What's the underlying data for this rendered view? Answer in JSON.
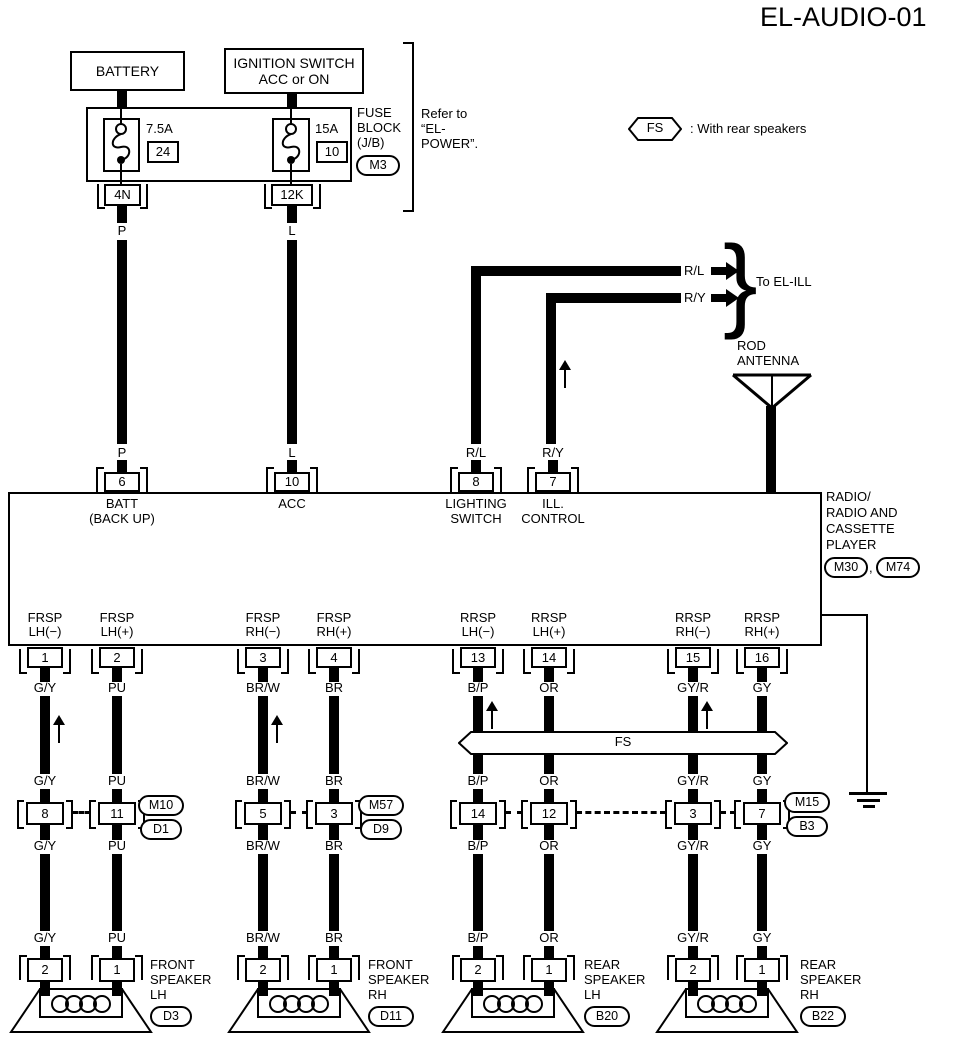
{
  "title": "EL-AUDIO-01",
  "legend": {
    "symbol": "FS",
    "label": ": With rear speakers"
  },
  "battery": {
    "label": "BATTERY"
  },
  "ignition": {
    "line1": "IGNITION SWITCH",
    "line2": "ACC or ON"
  },
  "fuse_block": {
    "line1": "FUSE",
    "line2": "BLOCK",
    "line3": "(J/B)",
    "connector": "M3",
    "fuses": [
      {
        "rating": "7.5A",
        "number": "24",
        "connector": "4N",
        "wire": "P"
      },
      {
        "rating": "15A",
        "number": "10",
        "connector": "12K",
        "wire": "L"
      }
    ],
    "note": {
      "line1": "Refer to",
      "line2": "“EL-",
      "line3": "POWER”."
    }
  },
  "el_ill": {
    "wire_top": "R/L",
    "wire_bottom": "R/Y",
    "brace": "}",
    "label": "To EL-ILL"
  },
  "antenna": {
    "line1": "ROD",
    "line2": "ANTENNA"
  },
  "radio": {
    "top_pins": [
      {
        "pin": "6",
        "wire": "P",
        "line1": "BATT",
        "line2": "(BACK UP)"
      },
      {
        "pin": "10",
        "wire": "L",
        "line1": "ACC",
        "line2": ""
      },
      {
        "pin": "8",
        "wire": "R/L",
        "line1": "LIGHTING",
        "line2": "SWITCH"
      },
      {
        "pin": "7",
        "wire": "R/Y",
        "line1": "ILL.",
        "line2": "CONTROL"
      }
    ],
    "name": {
      "line1": "RADIO/",
      "line2": "RADIO AND",
      "line3": "CASSETTE",
      "line4": "PLAYER"
    },
    "connector1": "M30",
    "separator": ",",
    "connector2": "M74"
  },
  "fs_banner": "FS",
  "columns": [
    {
      "pin": "1",
      "label1": "FRSP",
      "label2": "LH(−)",
      "color": "G/Y",
      "mid_pin": "8",
      "spk_pin": "2"
    },
    {
      "pin": "2",
      "label1": "FRSP",
      "label2": "LH(+)",
      "color": "PU",
      "mid_pin": "11",
      "spk_pin": "1"
    },
    {
      "pin": "3",
      "label1": "FRSP",
      "label2": "RH(−)",
      "color": "BR/W",
      "mid_pin": "5",
      "spk_pin": "2"
    },
    {
      "pin": "4",
      "label1": "FRSP",
      "label2": "RH(+)",
      "color": "BR",
      "mid_pin": "3",
      "spk_pin": "1"
    },
    {
      "pin": "13",
      "label1": "RRSP",
      "label2": "LH(−)",
      "color": "B/P",
      "mid_pin": "14",
      "spk_pin": "2"
    },
    {
      "pin": "14",
      "label1": "RRSP",
      "label2": "LH(+)",
      "color": "OR",
      "mid_pin": "12",
      "spk_pin": "1"
    },
    {
      "pin": "15",
      "label1": "RRSP",
      "label2": "RH(−)",
      "color": "GY/R",
      "mid_pin": "3",
      "spk_pin": "2"
    },
    {
      "pin": "16",
      "label1": "RRSP",
      "label2": "RH(+)",
      "color": "GY",
      "mid_pin": "7",
      "spk_pin": "1"
    }
  ],
  "harness_connectors": [
    {
      "top": "M10",
      "bottom": "D1"
    },
    {
      "top": "M57",
      "bottom": "D9"
    },
    {
      "top": "M15",
      "bottom": "B3"
    }
  ],
  "speakers": [
    {
      "line1": "FRONT",
      "line2": "SPEAKER",
      "line3": "LH",
      "connector": "D3"
    },
    {
      "line1": "FRONT",
      "line2": "SPEAKER",
      "line3": "RH",
      "connector": "D11"
    },
    {
      "line1": "REAR",
      "line2": "SPEAKER",
      "line3": "LH",
      "connector": "B20"
    },
    {
      "line1": "REAR",
      "line2": "SPEAKER",
      "line3": "RH",
      "connector": "B22"
    }
  ]
}
